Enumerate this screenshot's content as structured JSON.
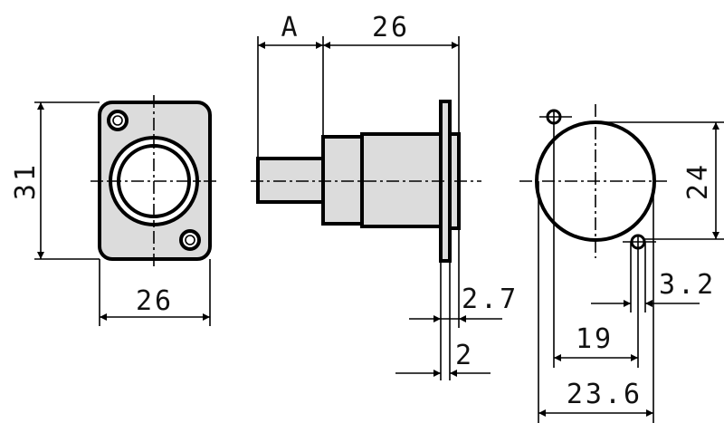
{
  "front_view": {
    "dim_height": "31",
    "dim_width": "26"
  },
  "side_view": {
    "dim_shaft": "A",
    "dim_length": "26",
    "dim_panel": "2.7",
    "dim_flange": "2"
  },
  "rear_view": {
    "dim_diameter": "24",
    "dim_hole": "3.2",
    "dim_hole_spacing": "19",
    "dim_overall": "23.6"
  },
  "colors": {
    "part_fill": "#dcdcdc",
    "line": "#000000"
  }
}
